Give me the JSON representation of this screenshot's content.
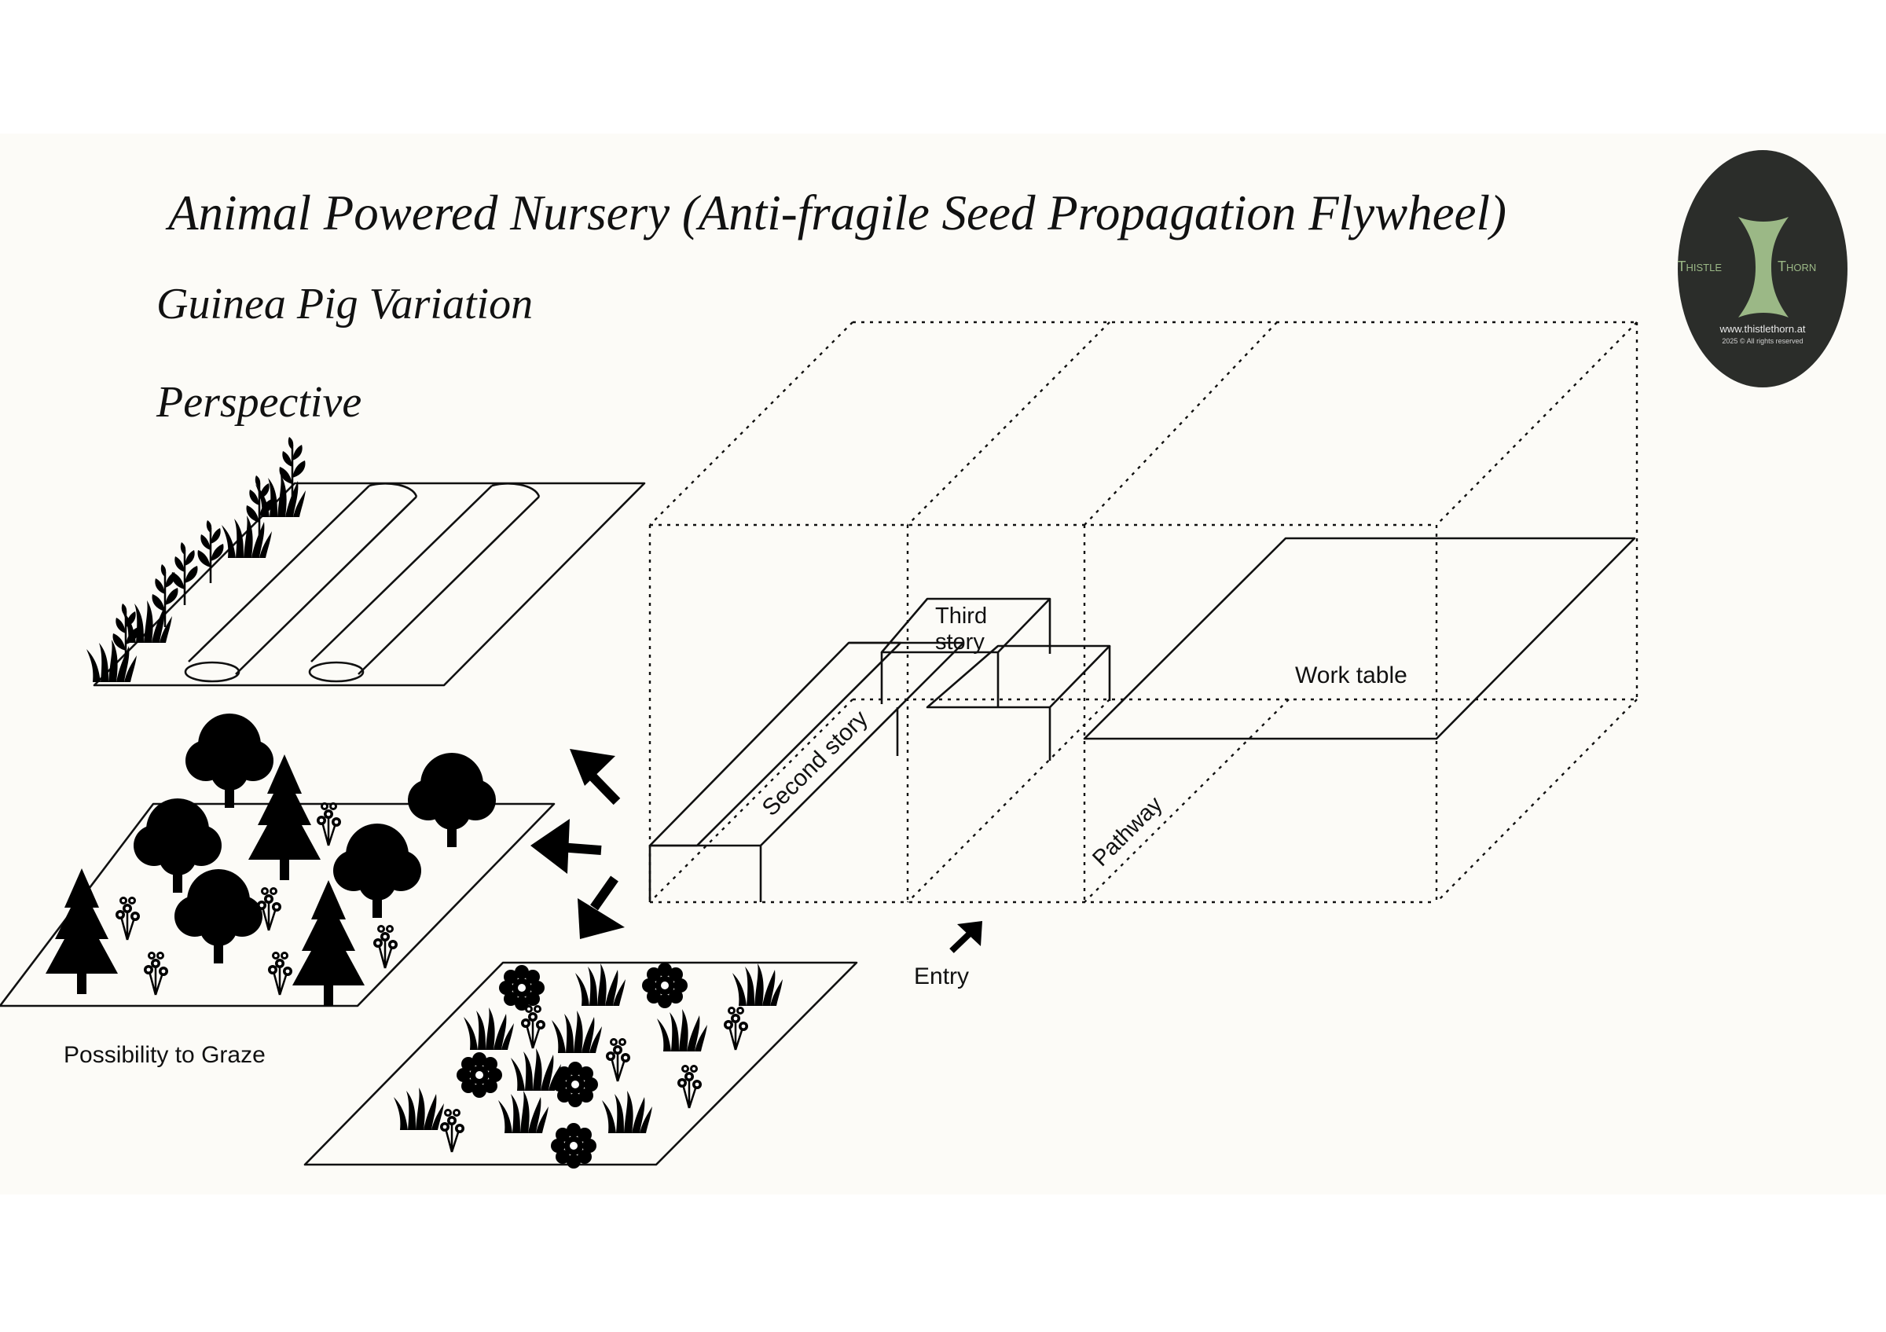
{
  "header": {
    "title": "Animal Powered Nursery (Anti-fragile Seed Propagation Flywheel)",
    "subtitle": "Guinea Pig Variation",
    "view_label": "Perspective"
  },
  "logo": {
    "left_word": "Thistle",
    "right_word": "Thorn",
    "website": "www.thistlethorn.at",
    "rights": "2025 © All rights reserved",
    "bg_color": "#2b2d2a",
    "accent_color": "#9bb886"
  },
  "labels": {
    "third_story_line1": "Third",
    "third_story_line2": "story",
    "second_story": "Second story",
    "work_table": "Work table",
    "pathway": "Pathway",
    "entry": "Entry",
    "graze": "Possibility to Graze"
  }
}
